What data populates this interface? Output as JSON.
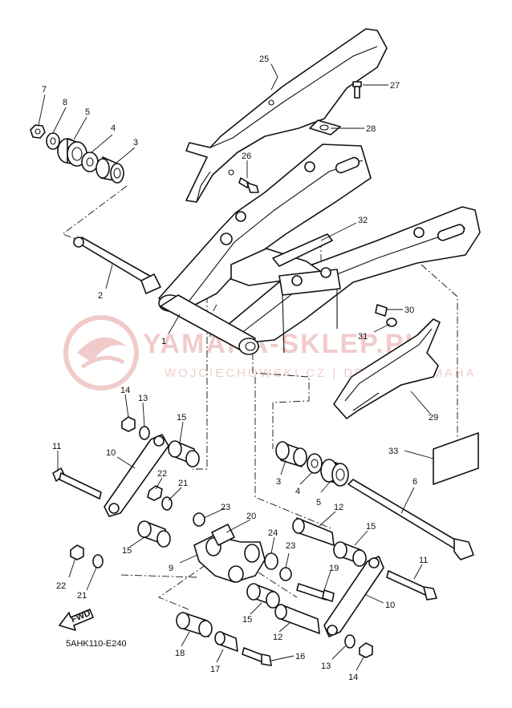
{
  "diagram_code": "5AHK110-E240",
  "fwd_label": "FWD",
  "watermark": {
    "title": "YAMAHA-SKLEP.PL",
    "subtitle": "WOJCIECHOWSKI.CZ | DEALER YAMAHA",
    "color": "#e6a2a2"
  },
  "callouts": [
    {
      "id": "c7",
      "text": "7"
    },
    {
      "id": "c8",
      "text": "8"
    },
    {
      "id": "c5a",
      "text": "5"
    },
    {
      "id": "c4a",
      "text": "4"
    },
    {
      "id": "c3a",
      "text": "3"
    },
    {
      "id": "c2",
      "text": "2"
    },
    {
      "id": "c1",
      "text": "1"
    },
    {
      "id": "c25",
      "text": "25"
    },
    {
      "id": "c27",
      "text": "27"
    },
    {
      "id": "c28",
      "text": "28"
    },
    {
      "id": "c26",
      "text": "26"
    },
    {
      "id": "c32",
      "text": "32"
    },
    {
      "id": "c30",
      "text": "30"
    },
    {
      "id": "c31",
      "text": "31"
    },
    {
      "id": "c29",
      "text": "29"
    },
    {
      "id": "c33",
      "text": "33"
    },
    {
      "id": "c14a",
      "text": "14"
    },
    {
      "id": "c13a",
      "text": "13"
    },
    {
      "id": "c15a",
      "text": "15"
    },
    {
      "id": "c11a",
      "text": "11"
    },
    {
      "id": "c10a",
      "text": "10"
    },
    {
      "id": "c22a",
      "text": "22"
    },
    {
      "id": "c21a",
      "text": "21"
    },
    {
      "id": "c23a",
      "text": "23"
    },
    {
      "id": "c20",
      "text": "20"
    },
    {
      "id": "c15b",
      "text": "15"
    },
    {
      "id": "c22b",
      "text": "22"
    },
    {
      "id": "c21b",
      "text": "21"
    },
    {
      "id": "c9",
      "text": "9"
    },
    {
      "id": "c24",
      "text": "24"
    },
    {
      "id": "c23b",
      "text": "23"
    },
    {
      "id": "c19",
      "text": "19"
    },
    {
      "id": "c3b",
      "text": "3"
    },
    {
      "id": "c4b",
      "text": "4"
    },
    {
      "id": "c5b",
      "text": "5"
    },
    {
      "id": "c6",
      "text": "6"
    },
    {
      "id": "c12a",
      "text": "12"
    },
    {
      "id": "c15c",
      "text": "15"
    },
    {
      "id": "c11b",
      "text": "11"
    },
    {
      "id": "c10b",
      "text": "10"
    },
    {
      "id": "c15d",
      "text": "15"
    },
    {
      "id": "c12b",
      "text": "12"
    },
    {
      "id": "c18",
      "text": "18"
    },
    {
      "id": "c17",
      "text": "17"
    },
    {
      "id": "c16",
      "text": "16"
    },
    {
      "id": "c13b",
      "text": "13"
    },
    {
      "id": "c14b",
      "text": "14"
    }
  ]
}
